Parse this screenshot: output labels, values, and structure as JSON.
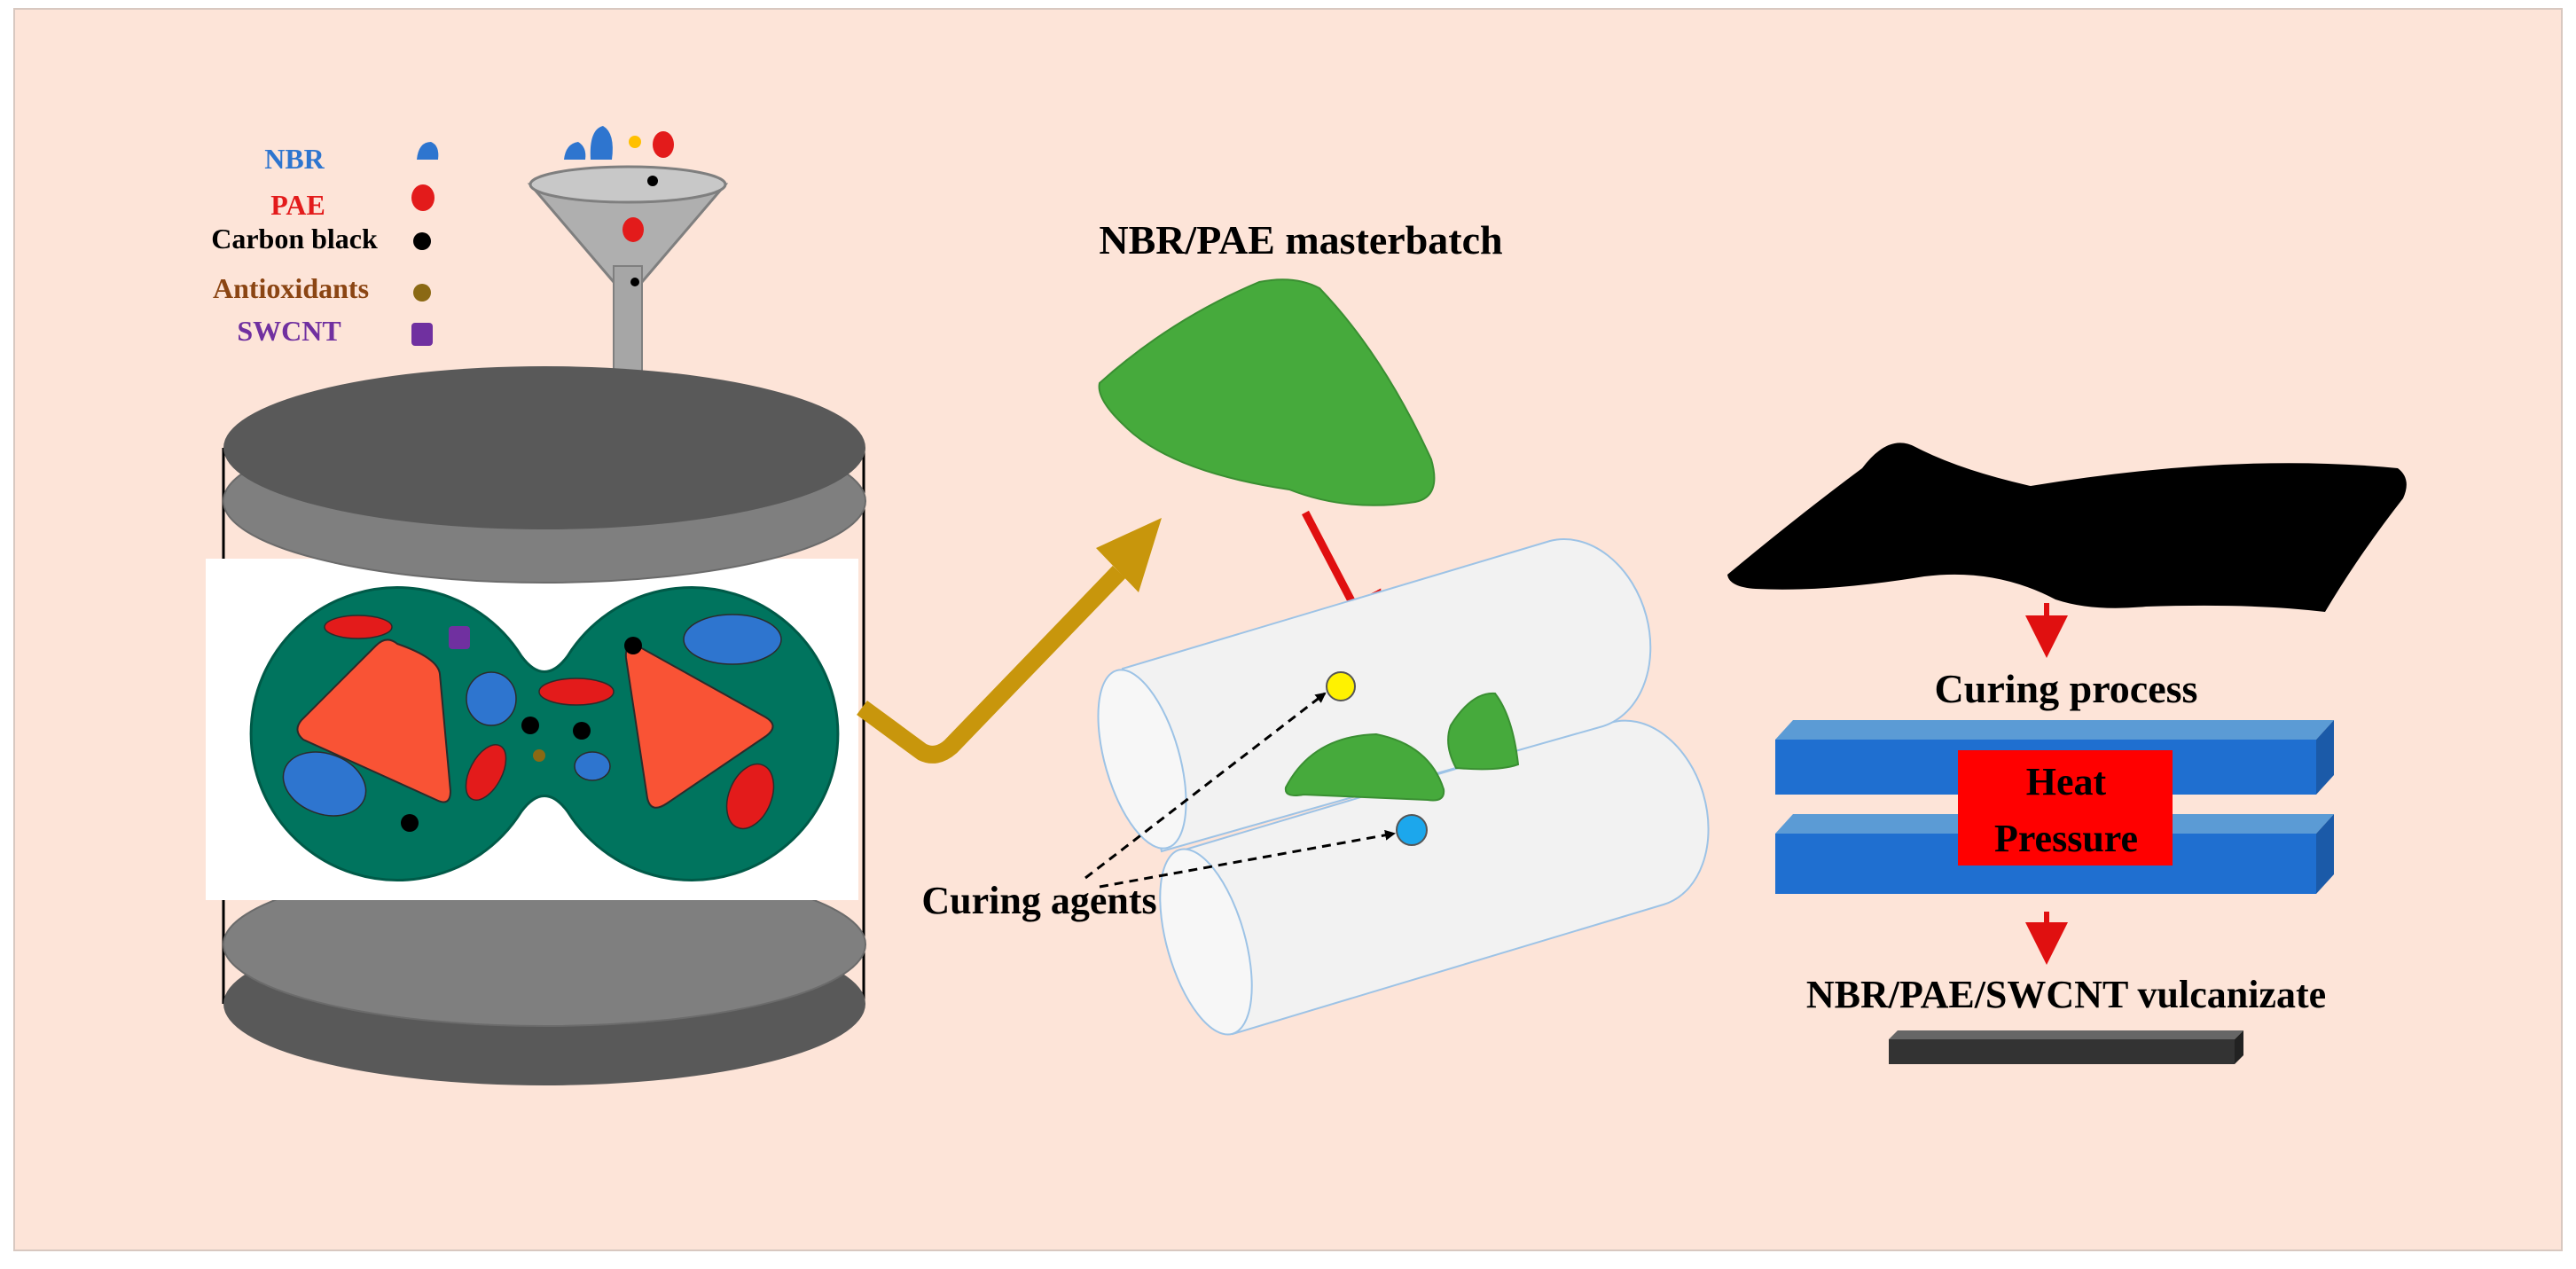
{
  "colors": {
    "background": "#FDE4D8",
    "mixer_disc_dark": "#595959",
    "mixer_disc_light": "#7F7F7F",
    "chamber": "#00745E",
    "nbr": "#2E75CF",
    "pae": "#F24A38",
    "pae_small": "#E31B1B",
    "carbon_black": "#000000",
    "antioxidant": "#8B6914",
    "swcnt": "#7030A0",
    "masterbatch": "#46AA3C",
    "transfer_arrow": "#C8960C",
    "red_arrow": "#E01010",
    "roller": "#F2F2F2",
    "curing_agent_yellow": "#FFF200",
    "curing_agent_cyan": "#1CA7EC",
    "press_plate": "#1F6FD0",
    "press_heat_box": "#FF0000",
    "vulcanizate_bar": "#333333"
  },
  "legend": {
    "items": [
      {
        "label": "NBR",
        "color": "#2E75CF"
      },
      {
        "label": "PAE",
        "color": "#E31B1B"
      },
      {
        "label": "Carbon black",
        "color": "#000000"
      },
      {
        "label": "Antioxidants",
        "color": "#8B4513"
      },
      {
        "label": "SWCNT",
        "color": "#7030A0"
      }
    ]
  },
  "labels": {
    "masterbatch": "NBR/PAE masterbatch",
    "curing_agents": "Curing agents",
    "curing_process": "Curing process",
    "heat": "Heat",
    "pressure": "Pressure",
    "vulcanizate": "NBR/PAE/SWCNT vulcanizate"
  }
}
